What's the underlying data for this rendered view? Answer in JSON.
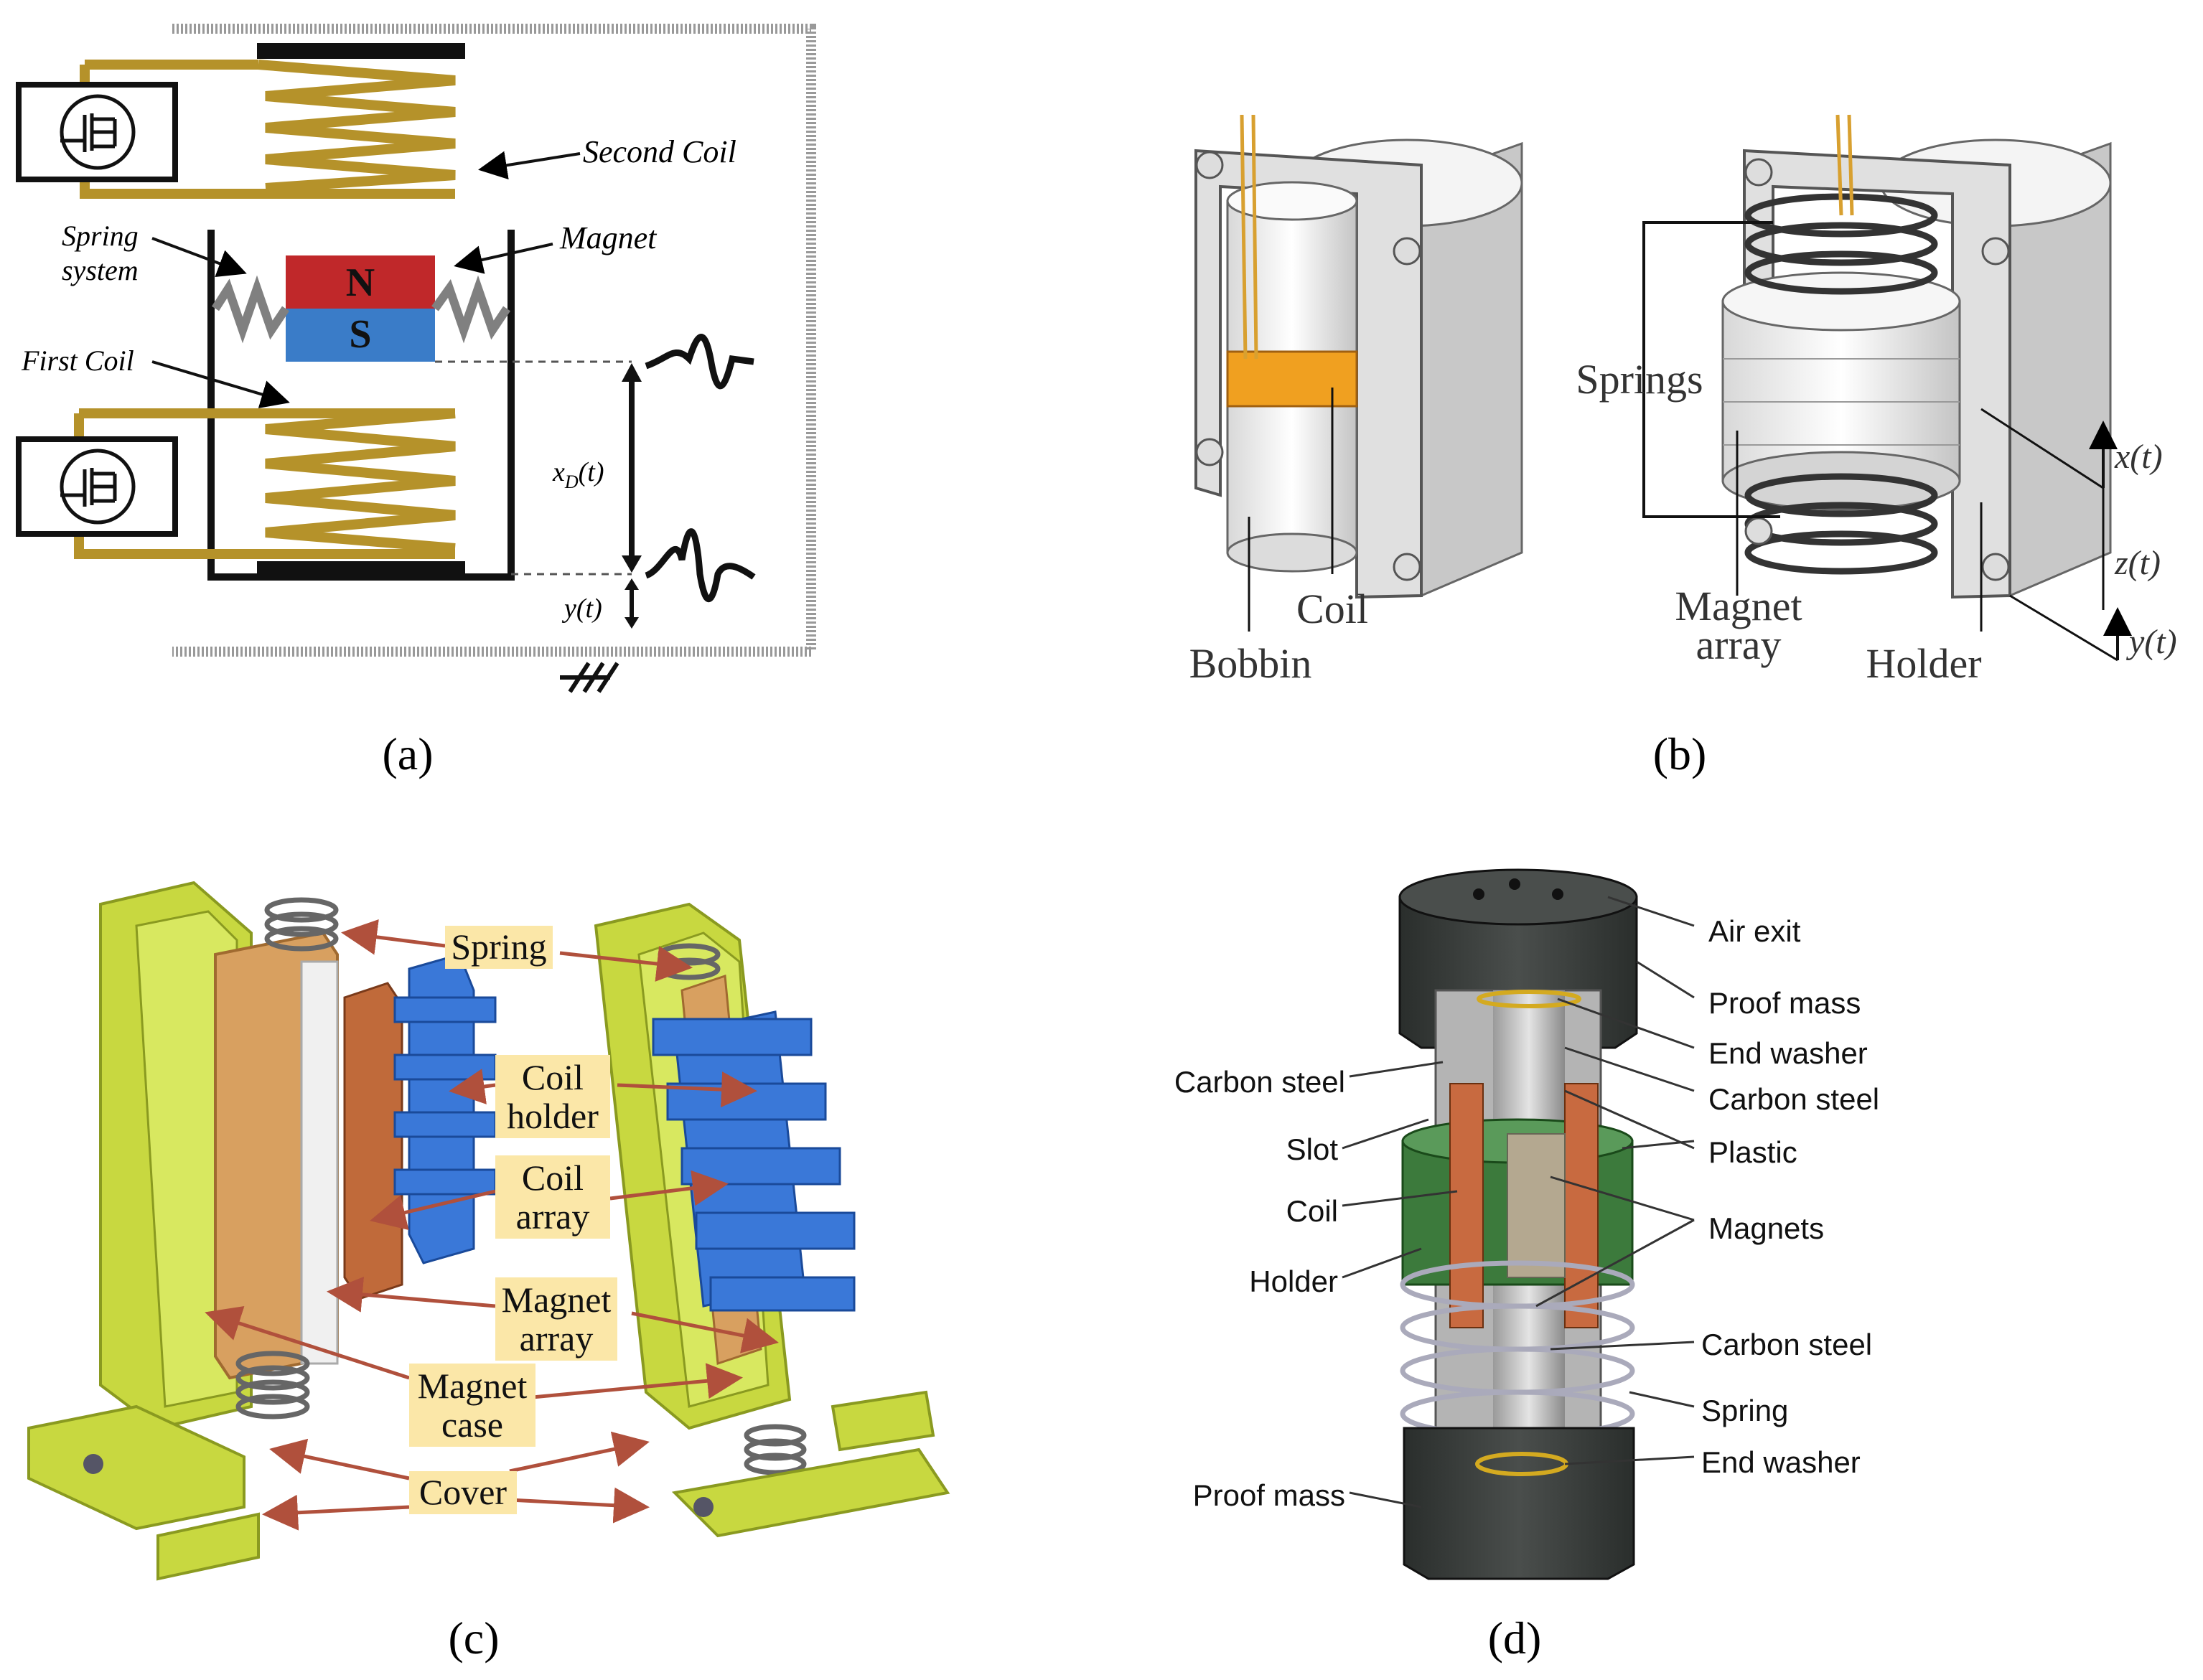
{
  "panels": {
    "a": {
      "caption": "(a)",
      "labels": {
        "second_coil": "Second Coil",
        "spring_line1": "Spring",
        "spring_line2": "system",
        "magnet": "Magnet",
        "north": "N",
        "south": "S",
        "first_coil": "First Coil",
        "xd": "x",
        "xd_sub": "D",
        "xd_tail": "(t)",
        "y": "y(t)"
      },
      "colors": {
        "coil": "#b5922a",
        "north": "#c0282a",
        "south": "#3a7cc8",
        "spring": "#808080"
      }
    },
    "b": {
      "caption": "(b)",
      "labels": {
        "coil": "Coil",
        "bobbin": "Bobbin",
        "springs": "Springs",
        "magnet_line1": "Magnet",
        "magnet_line2": "array",
        "holder": "Holder",
        "x": "x(t)",
        "z": "z(t)",
        "y": "y(t)"
      },
      "colors": {
        "coil": "#f0a020"
      }
    },
    "c": {
      "caption": "(c)",
      "labels": {
        "spring": "Spring",
        "coil_holder_line1": "Coil",
        "coil_holder_line2": "holder",
        "coil_array_line1": "Coil",
        "coil_array_line2": "array",
        "magnet_array_line1": "Magnet",
        "magnet_array_line2": "array",
        "magnet_case_line1": "Magnet",
        "magnet_case_line2": "case",
        "cover": "Cover"
      },
      "colors": {
        "frame": "#c8d840",
        "label_bg": "#fbe7a8",
        "arrow": "#b0503c",
        "holder": "#3a78d8",
        "case": "#d8a060"
      }
    },
    "d": {
      "caption": "(d)",
      "labels": {
        "air_exit": "Air exit",
        "proof_mass_top": "Proof mass",
        "end_washer_top": "End washer",
        "carbon_steel_right1": "Carbon steel",
        "carbon_steel_left": "Carbon steel",
        "plastic": "Plastic",
        "slot": "Slot",
        "coil": "Coil",
        "magnets": "Magnets",
        "holder": "Holder",
        "carbon_steel_right2": "Carbon steel",
        "spring": "Spring",
        "end_washer_bottom": "End washer",
        "proof_mass_bottom": "Proof mass"
      },
      "colors": {
        "mass": "#3a3e3c",
        "holder": "#3c7a3c",
        "coil": "#c86a40"
      }
    }
  }
}
